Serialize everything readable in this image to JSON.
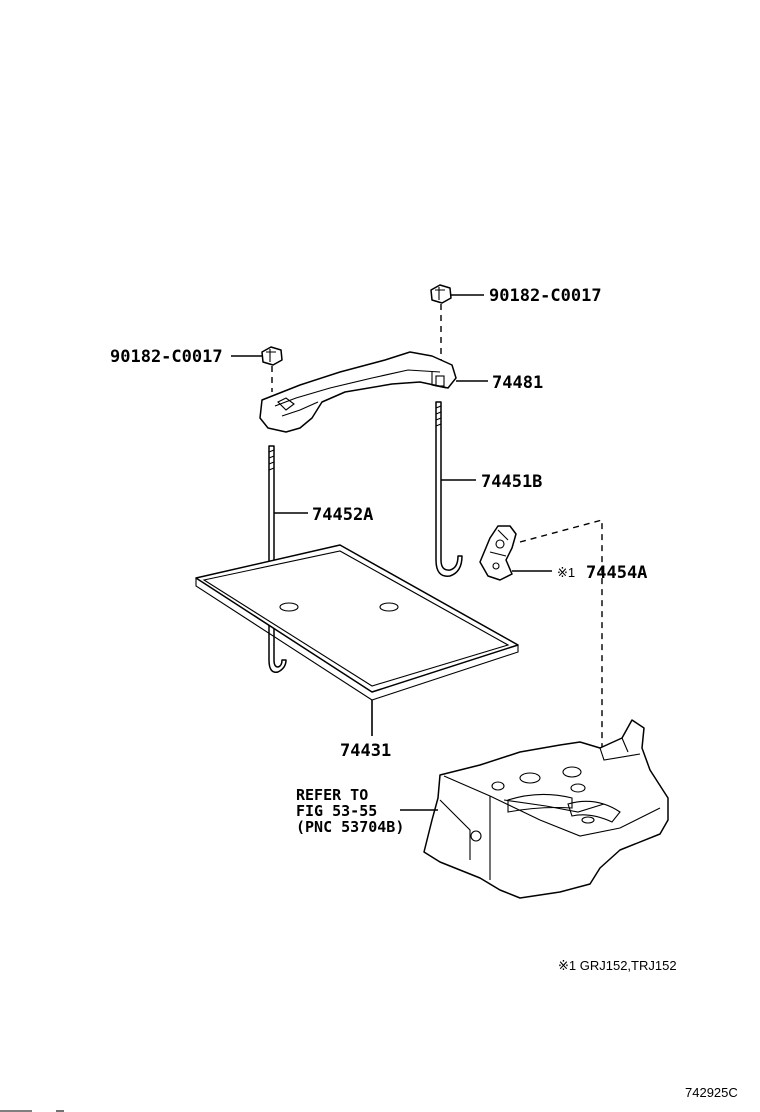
{
  "labels": {
    "nut_left": "90182-C0017",
    "nut_right": "90182-C0017",
    "clamp": "74481",
    "rod_right": "74451B",
    "rod_left": "74452A",
    "bracket_marker": "※1",
    "bracket": "74454A",
    "tray": "74431",
    "refer_line1": "REFER TO",
    "refer_line2": "FIG 53-55",
    "refer_line3": "(PNC 53704B)"
  },
  "footnote": "※1 GRJ152,TRJ152",
  "diagram_code": "742925C"
}
